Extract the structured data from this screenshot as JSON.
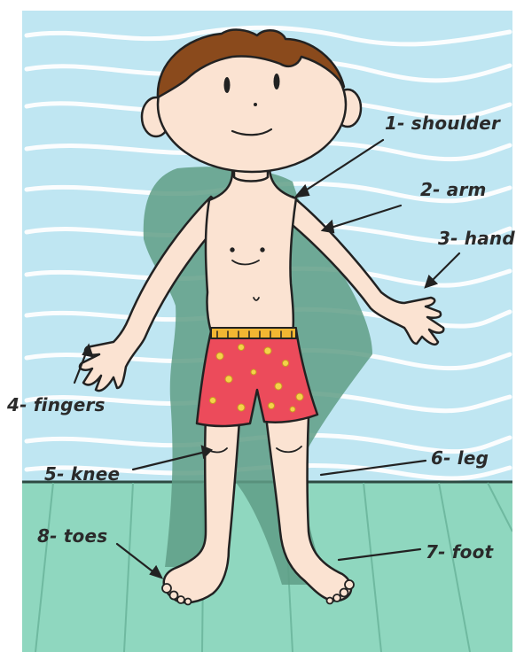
{
  "labels": [
    {
      "key": "shoulder",
      "text": "1- shoulder"
    },
    {
      "key": "arm",
      "text": "2- arm"
    },
    {
      "key": "hand",
      "text": "3- hand"
    },
    {
      "key": "fingers",
      "text": "4- fingers"
    },
    {
      "key": "knee",
      "text": "5- knee"
    },
    {
      "key": "leg",
      "text": "6- leg"
    },
    {
      "key": "foot",
      "text": "7- foot"
    },
    {
      "key": "toes",
      "text": "8- toes"
    }
  ],
  "colors": {
    "sky": "#bfe6f2",
    "water_lines": "#ffffff",
    "floor": "#8fd7bf",
    "shadow": "#5f9e86",
    "skin": "#fbe3d2",
    "outline": "#222222",
    "hair": "#8a4a1c",
    "shorts": "#ec4b5b",
    "shorts_dots": "#f5d24a",
    "waistband": "#f2b632"
  }
}
